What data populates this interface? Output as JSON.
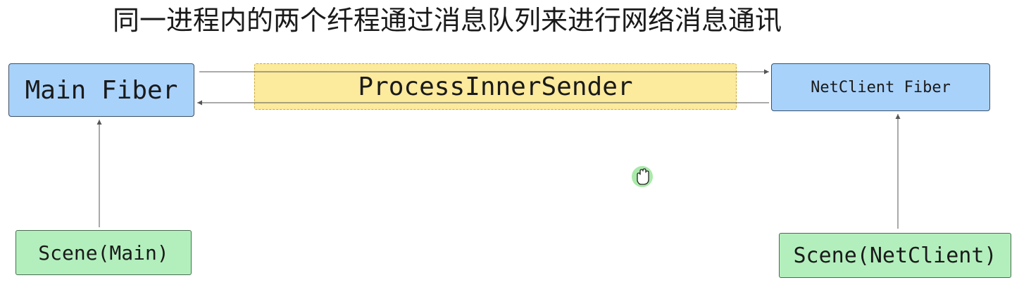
{
  "diagram": {
    "title": "同一进程内的两个纤程通过消息队列来进行网络消息通讯",
    "nodes": {
      "main_fiber": "Main Fiber",
      "process_inner_sender": "ProcessInnerSender",
      "netclient_fiber": "NetClient Fiber",
      "scene_main": "Scene(Main)",
      "scene_netclient": "Scene(NetClient)"
    },
    "colors": {
      "fiber_fill": "#a9d2fb",
      "scene_fill": "#b3efbd",
      "sender_fill": "#fcea9d",
      "cursor_highlight": "#9be59b"
    }
  }
}
